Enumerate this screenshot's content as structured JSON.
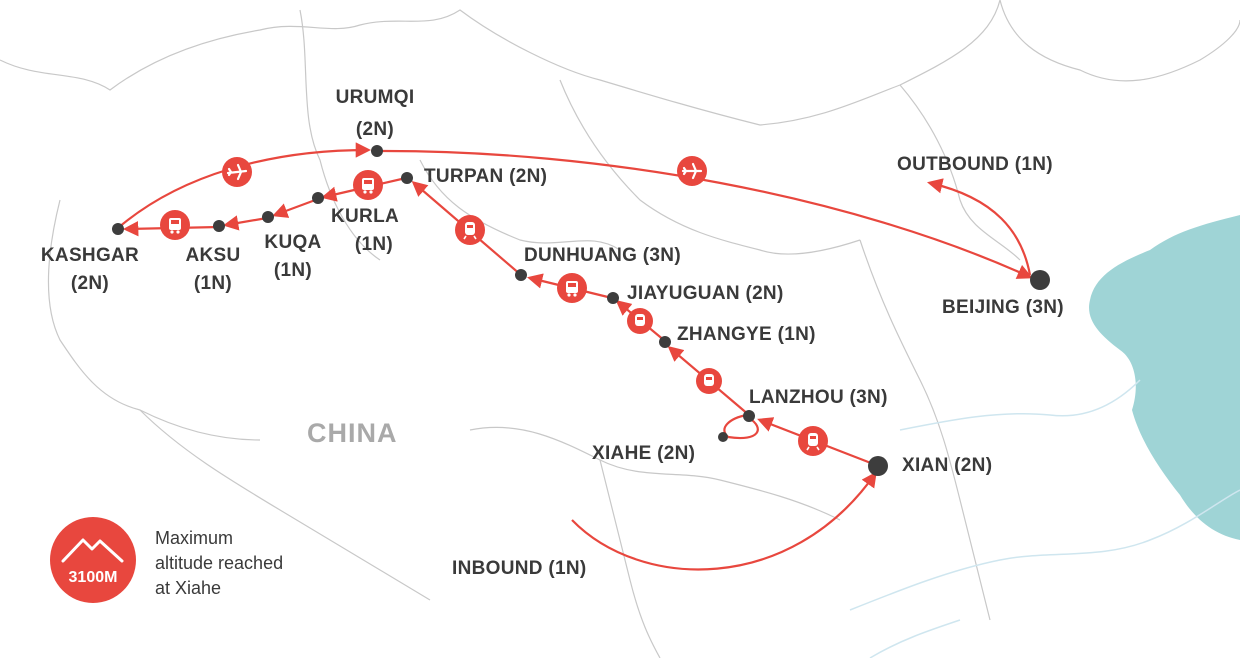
{
  "map": {
    "country_label": "CHINA",
    "colors": {
      "route": "#e8473e",
      "stop": "#3d3d3d",
      "sea": "#9fd4d6",
      "border": "#c8c8c8",
      "river": "#cfe6ef"
    },
    "transport_icons": [
      "plane-icon",
      "bus-icon",
      "train-icon"
    ]
  },
  "cities": {
    "urumqi": {
      "name": "URUMQI",
      "nights": "(2N)"
    },
    "turpan": {
      "name": "TURPAN (2N)"
    },
    "kurla": {
      "name": "KURLA",
      "nights": "(1N)"
    },
    "kuqa": {
      "name": "KUQA",
      "nights": "(1N)"
    },
    "aksu": {
      "name": "AKSU",
      "nights": "(1N)"
    },
    "kashgar": {
      "name": "KASHGAR",
      "nights": "(2N)"
    },
    "dunhuang": {
      "name": "DUNHUANG (3N)"
    },
    "jiayuguan": {
      "name": "JIAYUGUAN (2N)"
    },
    "zhangye": {
      "name": "ZHANGYE (1N)"
    },
    "lanzhou": {
      "name": "LANZHOU (3N)"
    },
    "xiahe": {
      "name": "XIAHE (2N)"
    },
    "xian": {
      "name": "XIAN (2N)"
    },
    "beijing": {
      "name": "BEIJING (3N)"
    }
  },
  "transfers": {
    "outbound": "OUTBOUND (1N)",
    "inbound": "INBOUND (1N)"
  },
  "legend": {
    "altitude": "3100M",
    "line1": "Maximum",
    "line2": "altitude reached",
    "line3": "at Xiahe",
    "icon": "mountain-icon"
  }
}
